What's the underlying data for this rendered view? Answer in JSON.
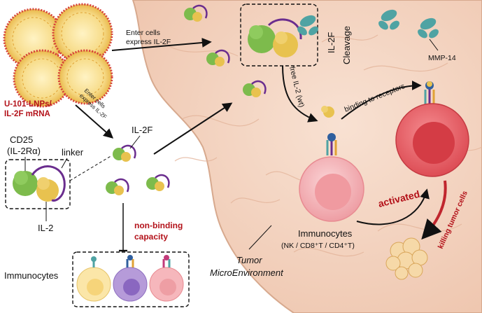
{
  "lnp": {
    "label_line1": "U-101-LNPs/",
    "label_line2": "IL-2F mRNA"
  },
  "arrows": {
    "enter_express_line1": "Enter cells",
    "enter_express_line2": "express IL-2F",
    "enter_small_line1": "Enter cells",
    "enter_small_line2": "express IL-2F",
    "free_il2": "free IL-2 (wt)",
    "binding": "binding to receptors",
    "activated": "activated",
    "killing": "killing tumor cells"
  },
  "protein": {
    "il2f": "IL-2F",
    "cd25_line1": "CD25",
    "cd25_line2": "(IL-2Rα)",
    "linker": "linker",
    "il2": "IL-2"
  },
  "cleavage": {
    "il2f_vertical": "IL-2F",
    "cleavage": "Cleavage",
    "mmp14": "MMP-14"
  },
  "non_binding": {
    "line1": "non-binding",
    "line2": "capacity"
  },
  "immunocytes": {
    "box_label": "Immunocytes",
    "center_label": "Immunocytes",
    "center_types": "(NK / CD8⁺T / CD4⁺T)"
  },
  "tme": {
    "line1": "Tumor",
    "line2": "MicroEnvironment"
  },
  "colors": {
    "tissue": "#f4d7c4",
    "tissue_dark": "#e9bfa6",
    "green_protein": "#7dbb4c",
    "yellow_protein": "#e8c24f",
    "linker_purple": "#6a2d8e",
    "mmp_teal": "#4fa3a3",
    "cell_pink": "#f2a8ad",
    "cell_red": "#e8555c",
    "label_red": "#b3121a"
  }
}
